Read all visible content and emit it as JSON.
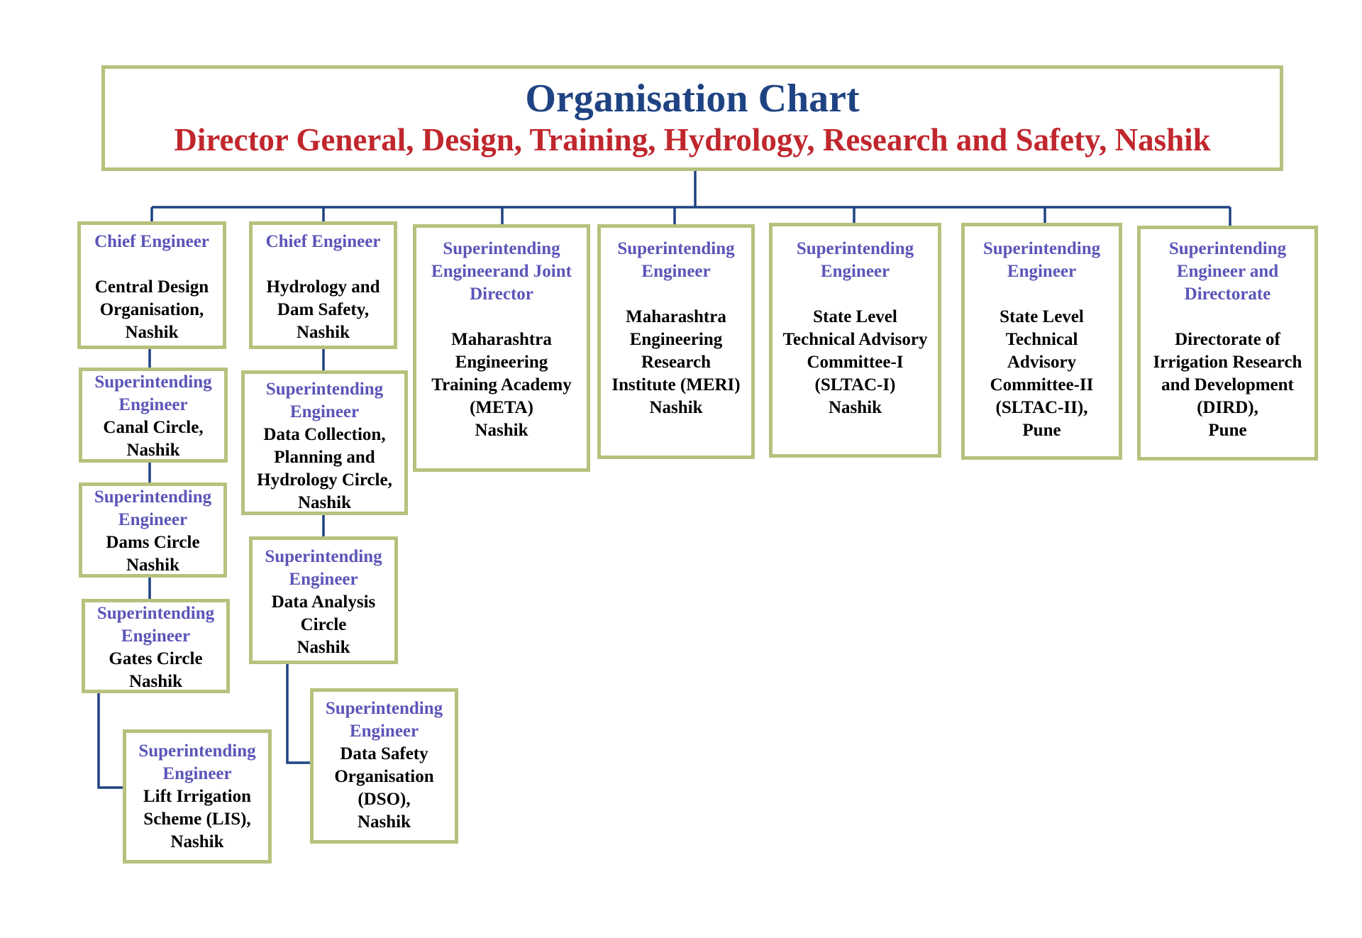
{
  "header": {
    "title": "Organisation Chart",
    "subtitle": "Director General, Design, Training, Hydrology, Research and Safety, Nashik"
  },
  "colors": {
    "title": "#1f4382",
    "subtitle": "#c0272d",
    "role_text": "#5b55b8",
    "unit_text": "#000000",
    "box_border": "#b7c17d",
    "connector": "#1f4382"
  },
  "nodes": {
    "ce_cdo": {
      "role": "Chief Engineer",
      "unit": [
        "Central Design",
        "Organisation,",
        "Nashik"
      ]
    },
    "se_canal": {
      "role": [
        "Superintending",
        "Engineer"
      ],
      "unit": [
        "Canal Circle,",
        "Nashik"
      ]
    },
    "se_dams": {
      "role": [
        "Superintending",
        "Engineer"
      ],
      "unit": [
        "Dams Circle",
        "Nashik"
      ]
    },
    "se_gates": {
      "role": [
        "Superintending",
        "Engineer"
      ],
      "unit": [
        "Gates Circle",
        "Nashik"
      ]
    },
    "se_lis": {
      "role": [
        "Superintending",
        "Engineer"
      ],
      "unit": [
        "Lift Irrigation",
        "Scheme (LIS),",
        "Nashik"
      ]
    },
    "ce_hds": {
      "role": "Chief Engineer",
      "unit": [
        "Hydrology and",
        "Dam Safety,",
        "Nashik"
      ]
    },
    "se_dcph": {
      "role": [
        "Superintending",
        "Engineer"
      ],
      "unit": [
        "Data Collection,",
        "Planning and",
        "Hydrology Circle,",
        "Nashik"
      ]
    },
    "se_dac": {
      "role": [
        "Superintending",
        "Engineer"
      ],
      "unit": [
        "Data Analysis",
        "Circle",
        "Nashik"
      ]
    },
    "se_dso": {
      "role": [
        "Superintending",
        "Engineer"
      ],
      "unit": [
        "Data Safety",
        "Organisation",
        "(DSO),",
        "Nashik"
      ]
    },
    "se_meta": {
      "role": [
        "Superintending",
        "Engineerand Joint",
        "Director"
      ],
      "unit": [
        "Maharashtra",
        "Engineering",
        "Training Academy",
        "(META)",
        "Nashik"
      ]
    },
    "se_meri": {
      "role": [
        "Superintending",
        "Engineer"
      ],
      "unit": [
        "Maharashtra",
        "Engineering",
        "Research",
        "Institute (MERI)",
        "Nashik"
      ]
    },
    "se_sltac1": {
      "role": [
        "Superintending",
        "Engineer"
      ],
      "unit": [
        "State Level",
        "Technical Advisory",
        "Committee-I",
        "(SLTAC-I)",
        "Nashik"
      ]
    },
    "se_sltac2": {
      "role": [
        "Superintending",
        "Engineer"
      ],
      "unit": [
        "State Level",
        "Technical",
        "Advisory",
        "Committee-II",
        "(SLTAC-II),",
        "Pune"
      ]
    },
    "se_dird": {
      "role": [
        "Superintending",
        "Engineer and",
        "Directorate"
      ],
      "unit": [
        "Directorate of",
        "Irrigation Research",
        "and Development",
        "(DIRD),",
        "Pune"
      ]
    }
  }
}
